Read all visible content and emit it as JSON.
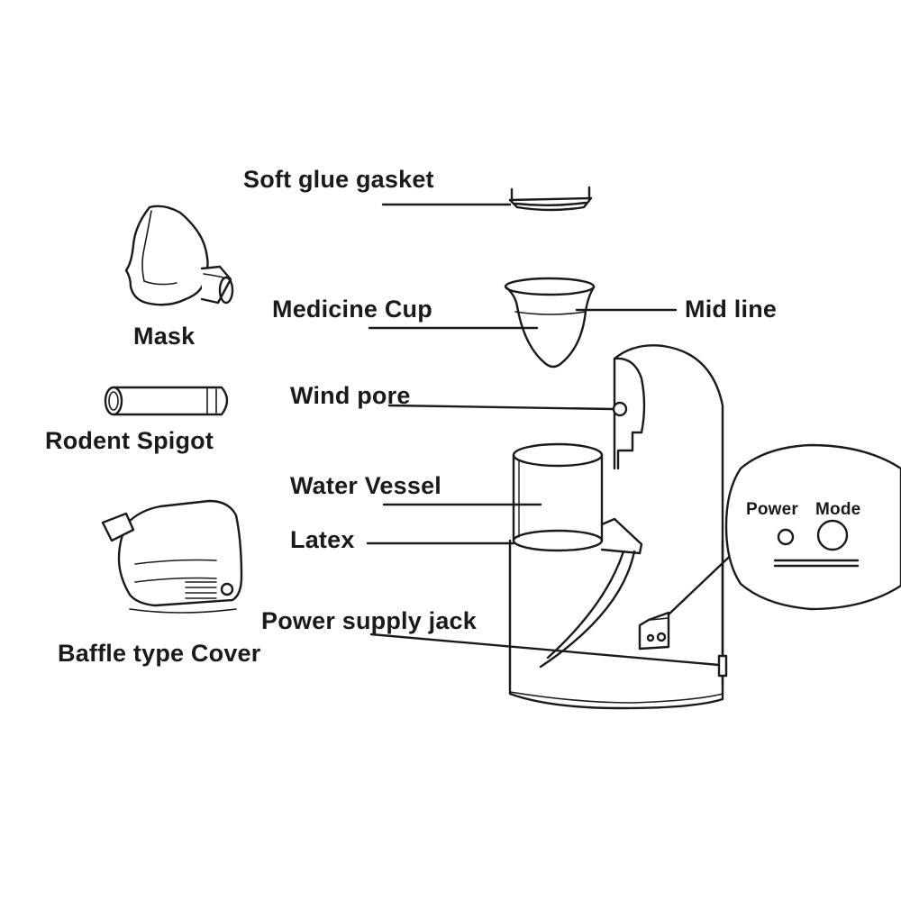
{
  "labels": {
    "soft_glue_gasket": "Soft glue gasket",
    "medicine_cup": "Medicine Cup",
    "mid_line": "Mid line",
    "mask": "Mask",
    "wind_pore": "Wind pore",
    "rodent_spigot": "Rodent Spigot",
    "water_vessel": "Water Vessel",
    "latex": "Latex",
    "power_supply_jack": "Power supply jack",
    "baffle_type_cover": "Baffle type Cover",
    "power": "Power",
    "mode": "Mode"
  },
  "colors": {
    "line": "#1a1a1a",
    "background": "#ffffff"
  }
}
